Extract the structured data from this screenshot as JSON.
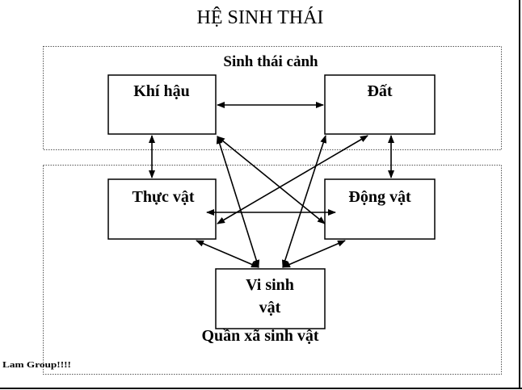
{
  "title": "HỆ SINH THÁI",
  "groups": {
    "environment": "Sinh thái cảnh",
    "community": "Quần xã sinh vật"
  },
  "nodes": {
    "climate": "Khí hậu",
    "soil": "Đất",
    "plants": "Thực vật",
    "animals": "Động vật",
    "microbes_line1": "Vi sinh",
    "microbes_line2": "vật"
  },
  "watermark": "Lam Group!!!!",
  "edges": [
    [
      "climate",
      "soil"
    ],
    [
      "climate",
      "plants"
    ],
    [
      "soil",
      "animals"
    ],
    [
      "plants",
      "animals"
    ],
    [
      "climate",
      "animals"
    ],
    [
      "climate",
      "microbes"
    ],
    [
      "soil",
      "plants"
    ],
    [
      "soil",
      "microbes"
    ],
    [
      "plants",
      "microbes"
    ],
    [
      "animals",
      "microbes"
    ]
  ]
}
